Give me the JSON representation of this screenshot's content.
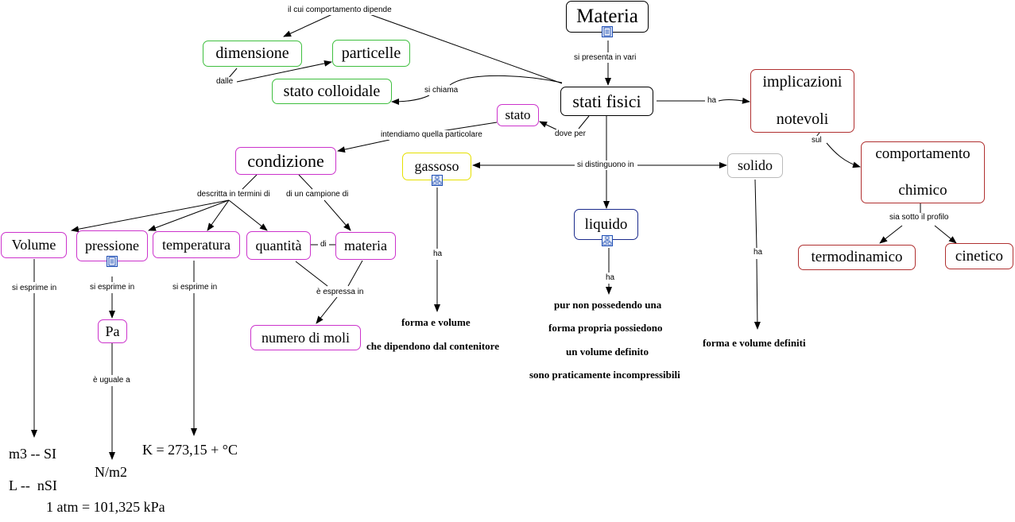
{
  "nodes": {
    "materia": "Materia",
    "stati_fisici": "stati fisici",
    "dimensione": "dimensione",
    "particelle": "particelle",
    "stato_colloidale": "stato colloidale",
    "implicazioni_line1": "implicazioni",
    "implicazioni_line2": "notevoli",
    "stato": "stato",
    "condizione": "condizione",
    "gassoso": "gassoso",
    "solido": "solido",
    "liquido": "liquido",
    "comportamento_line1": "comportamento",
    "comportamento_line2": "chimico",
    "termodinamico": "termodinamico",
    "cinetico": "cinetico",
    "volume": "Volume",
    "pressione": "pressione",
    "temperatura": "temperatura",
    "quantita": "quantità",
    "materia_small": "materia",
    "pa": "Pa",
    "numero_di_moli": "numero di moli"
  },
  "plain_text": {
    "m3_si": "m3 -- SI",
    "l_nsi": "L --  nSI",
    "atm": "1 atm = 101,325 kPa",
    "nm2": "N/m2",
    "kelvin": "K = 273,15 + °C"
  },
  "links": {
    "comportamento_dipende": "il cui comportamento dipende",
    "dalle": "dalle",
    "si_chiama": "si chiama",
    "si_presenta_in_vari": "si presenta in vari",
    "ha_implicazioni": "ha",
    "sul": "sul",
    "dove_per": "dove per",
    "intendiamo": "intendiamo quella particolare",
    "si_distinguono_in": "si distinguono in",
    "sia_sotto_il_profilo": "sia sotto il profilo",
    "descritta_in_termini_di": "descritta in termini di",
    "di_un_campione_di": "di un campione di",
    "di": "di",
    "e_espressa_in": "è espressa in",
    "si_esprime_in_1": "si esprime in",
    "si_esprime_in_2": "si esprime in",
    "si_esprime_in_3": "si esprime in",
    "e_uguale_a": "è uguale a",
    "ha_gassoso": "ha",
    "ha_liquido": "ha",
    "ha_solido": "ha"
  },
  "descriptions": {
    "gassoso_1": "forma e volume",
    "gassoso_2": "che dipendono dal contenitore",
    "liquido_1": "pur non possedendo una",
    "liquido_2": "forma propria possiedono",
    "liquido_3": "un volume definito",
    "liquido_4": "sono praticamente incompressibili",
    "solido_1": "forma e volume definiti"
  },
  "icons": {
    "document": "document-icon",
    "concept_map": "concept-map-icon"
  },
  "colors": {
    "green": "#3fbf3f",
    "magenta": "#cc33cc",
    "red": "#b03030",
    "yellow": "#e6e000",
    "navy": "#1a2a8c",
    "grey": "#bbbbbb",
    "icon": "#1f4fb5"
  }
}
